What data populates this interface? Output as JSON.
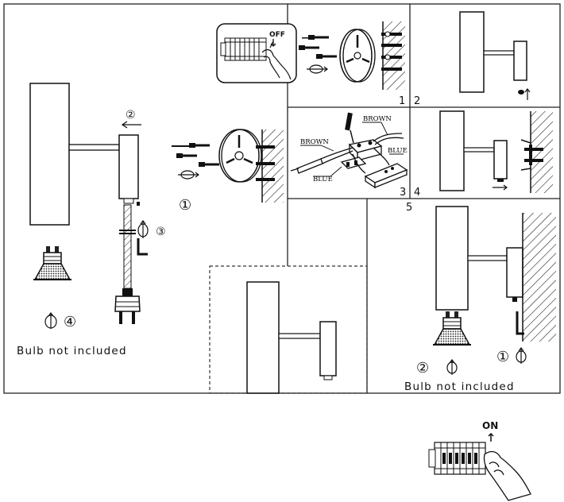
{
  "labels": {
    "off": "OFF",
    "on": "ON",
    "bulb_note_left": "Bulb not included",
    "bulb_note_right": "Bulb not included",
    "brown_left": "BROWN",
    "brown_right": "BROWN",
    "blue_left": "BLUE",
    "blue_right": "BLUE"
  },
  "step_numbers": {
    "p1": "1",
    "p2": "2",
    "p3": "3",
    "p4": "4",
    "p5": "5"
  },
  "circled_steps": {
    "screw_mount": "①",
    "left_arrow_step": "②",
    "hex_key_step": "③",
    "bulb_step": "④",
    "p5_bulb_step": "②",
    "p5_hex_step": "①"
  },
  "icons": [
    "breaker-panel-icon",
    "hand-icon",
    "screw-icon",
    "wall-plate-icon",
    "rotate-icon",
    "hex-key-icon",
    "gu10-bulb-icon",
    "plug-icon",
    "terminal-block-icon",
    "screwdriver-icon"
  ]
}
